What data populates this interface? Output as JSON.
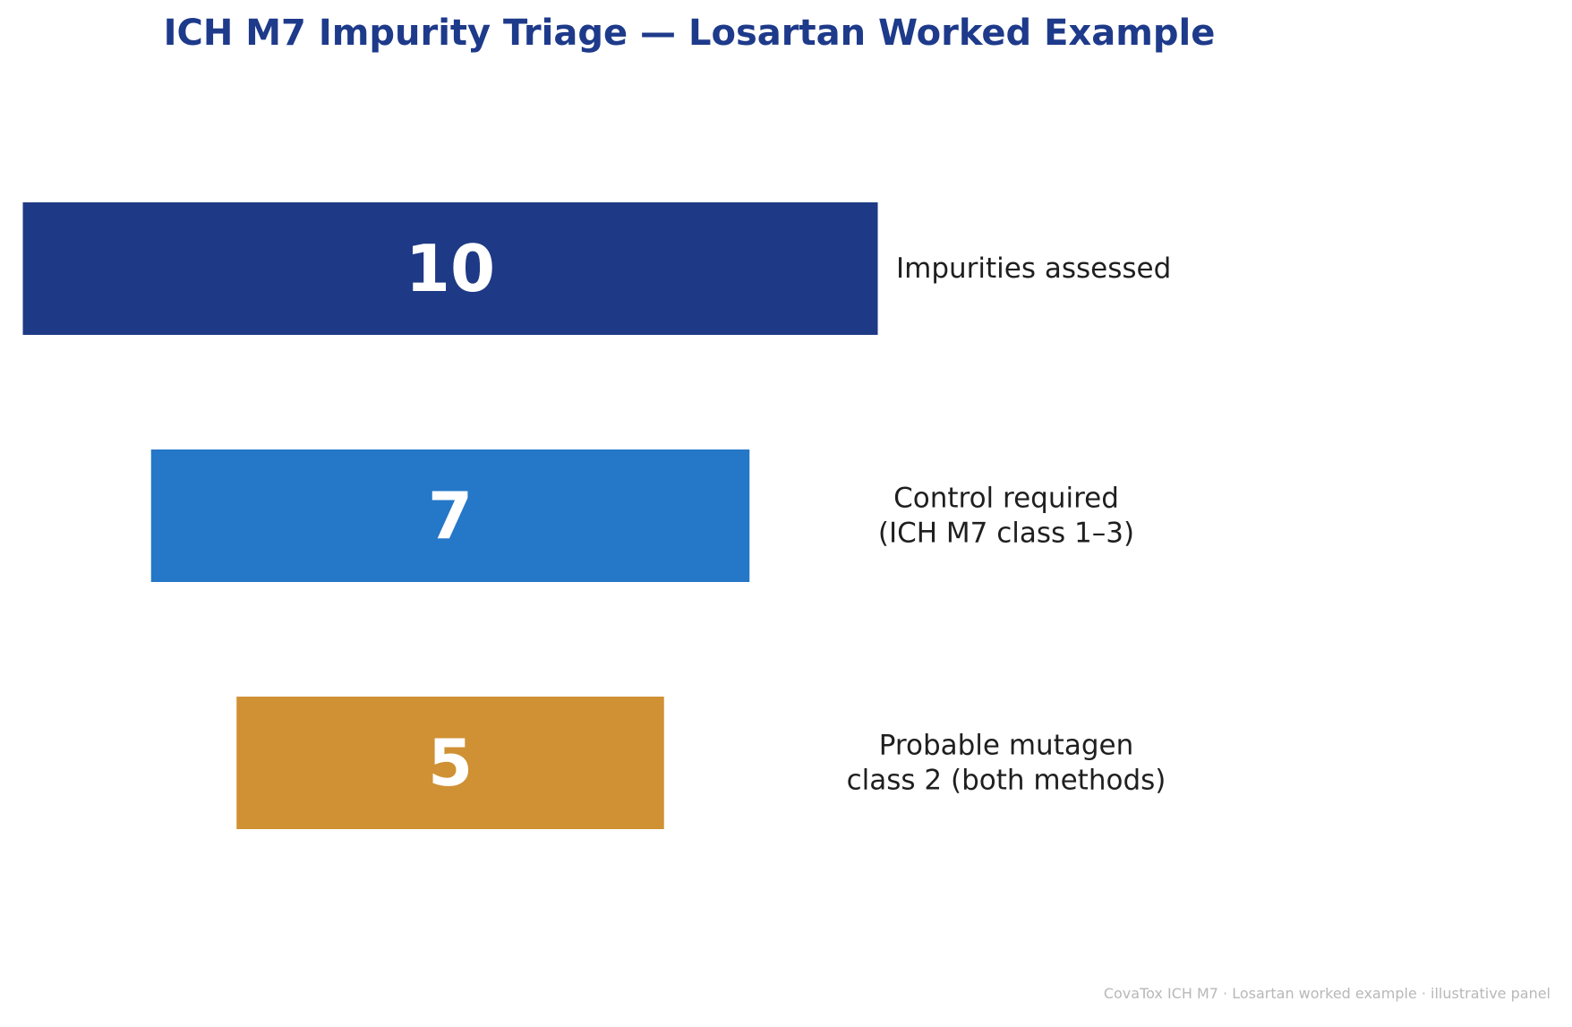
{
  "header": {
    "title": "ICH M7 Impurity Triage — Losartan Worked Example"
  },
  "chart_data": {
    "type": "bar",
    "orientation": "horizontal-centered-funnel",
    "categories": [
      "Impurities assessed",
      "Control required\n(ICH M7 class 1–3)",
      "Probable mutagen\nclass 2 (both methods)"
    ],
    "values": [
      10,
      7,
      5
    ],
    "colors": [
      "#1e3a86",
      "#2577c8",
      "#d09134"
    ],
    "title": "ICH M7 Impurity Triage — Losartan Worked Example",
    "xlabel": "",
    "ylabel": "",
    "grid": false,
    "legend": "none"
  },
  "footer": {
    "note": "CovaTox ICH M7 · Losartan worked example · illustrative panel"
  }
}
